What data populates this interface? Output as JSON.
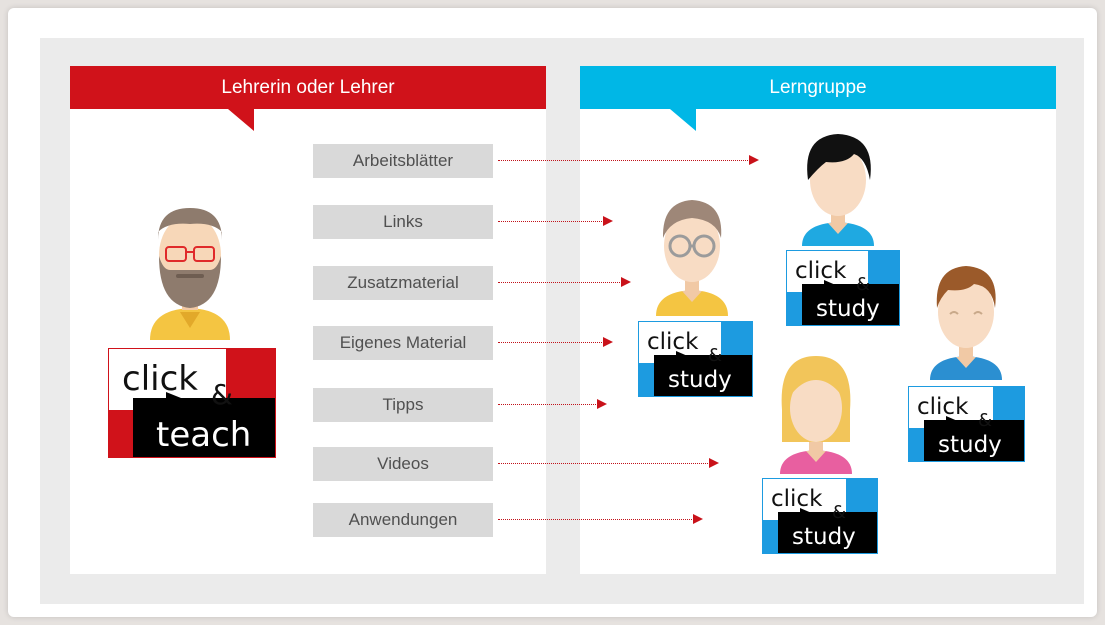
{
  "headers": {
    "teacher": "Lehrerin oder Lehrer",
    "group": "Lerngruppe"
  },
  "materials": [
    "Arbeitsblätter",
    "Links",
    "Zusatzmaterial",
    "Eigenes Material",
    "Tipps",
    "Videos",
    "Anwendungen"
  ],
  "logos": {
    "teach": {
      "word1": "click",
      "amp": "&",
      "word2": "teach"
    },
    "study": {
      "word1": "click",
      "amp": "&",
      "word2": "study"
    }
  },
  "colors": {
    "red": "#d0121a",
    "cyan": "#00b7e6",
    "pill": "#d9d9d9",
    "study_blue": "#1d9be0"
  }
}
